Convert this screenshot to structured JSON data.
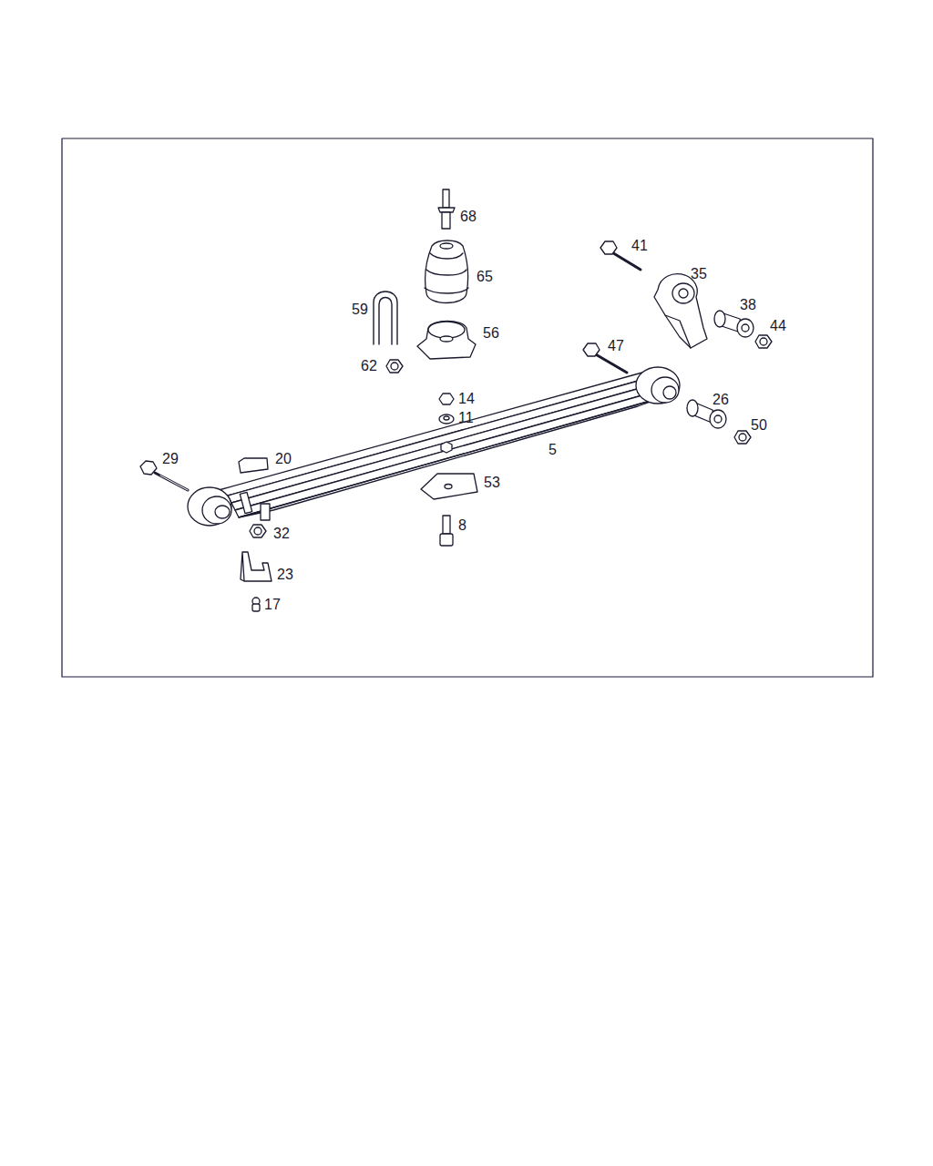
{
  "diagram": {
    "labels": [
      "68",
      "41",
      "35",
      "65",
      "38",
      "59",
      "44",
      "56",
      "47",
      "62",
      "14",
      "26",
      "11",
      "50",
      "5",
      "29",
      "20",
      "53",
      "8",
      "32",
      "23",
      "17"
    ]
  }
}
